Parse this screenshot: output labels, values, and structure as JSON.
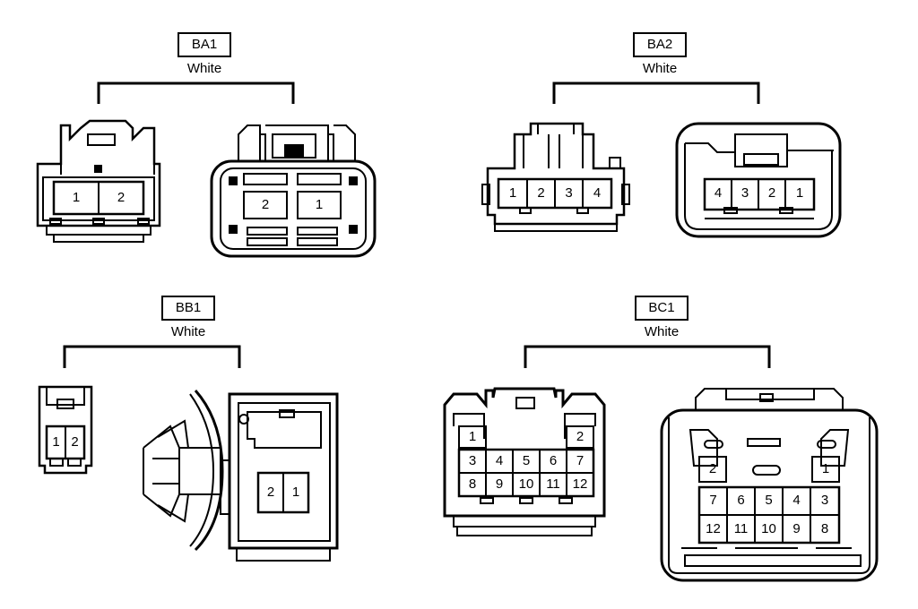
{
  "connectors": {
    "ba1": {
      "code": "BA1",
      "color": "White",
      "male_pins": [
        "1",
        "2"
      ],
      "female_pins": [
        "2",
        "1"
      ]
    },
    "ba2": {
      "code": "BA2",
      "color": "White",
      "male_pins": [
        "1",
        "2",
        "3",
        "4"
      ],
      "female_pins": [
        "4",
        "3",
        "2",
        "1"
      ]
    },
    "bb1": {
      "code": "BB1",
      "color": "White",
      "male_pins": [
        "1",
        "2"
      ],
      "female_pins": [
        "2",
        "1"
      ]
    },
    "bc1": {
      "code": "BC1",
      "color": "White",
      "male_pins": [
        "1",
        "2",
        "3",
        "4",
        "5",
        "6",
        "7",
        "8",
        "9",
        "10",
        "11",
        "12"
      ],
      "female_pins": [
        "2",
        "1",
        "7",
        "6",
        "5",
        "4",
        "3",
        "12",
        "11",
        "10",
        "9",
        "8"
      ]
    }
  }
}
